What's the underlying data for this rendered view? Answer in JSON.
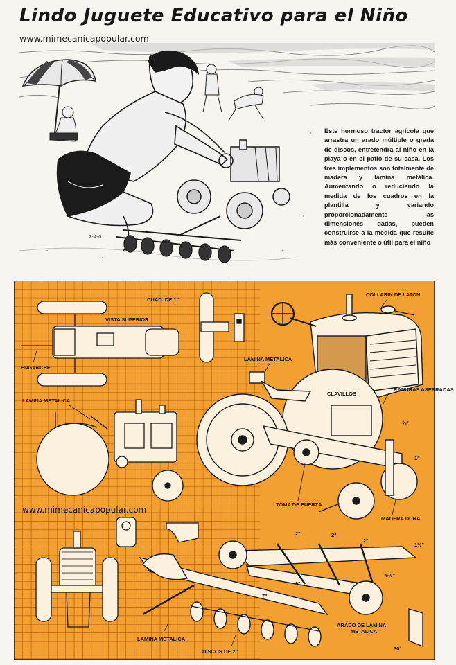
{
  "title": "Lindo Juguete Educativo para el Niño",
  "website": "www.mimecanicapopular.com",
  "intro": "Este hermoso tractor agrícola que arrastra un arado múltiple o grada de discos, entretendrá al niño en la playa o en el patio de su casa. Los tres implementos son totalmente de madera y lámina metálica. Aumentando o reduciendo la medida de los cuadros en la plantilla y variando proporcionadamente las dimensiones dadas, pueden construirse a la medida que resulte más conveniente o útil para el niño",
  "artist_signature": "2-4-0",
  "plan_labels": {
    "grid_scale": "CUAD. DE 1\"",
    "top_view": "VISTA SUPERIOR",
    "hitch": "ENGANCHE",
    "sheet_metal_left": "LAMINA METALICA",
    "sheet_metal_center": "LAMINA METALICA",
    "brass_collar": "COLLARIN DE LATON",
    "pins": "CLAVILLOS",
    "sawn_slots": "RANURAS ASERRADAS",
    "power_takeoff": "TOMA DE FUERZA",
    "hardwood": "MADERA DURA",
    "sheet_metal_bottom": "LAMINA METALICA",
    "discs": "DISCOS DE 2\"",
    "plow_line1": "ARADO DE LAMINA",
    "plow_line2": "METALICA"
  },
  "dimensions": {
    "d_three_quarter": "¾\"",
    "d_one": "1\"",
    "d_two_a": "2\"",
    "d_two_b": "2\"",
    "d_two_c": "2\"",
    "d_one_half": "1½\"",
    "d_six_half": "6½\"",
    "d_nine": "9\"",
    "d_seven": "7\"",
    "d_thirty": "30°"
  },
  "colors": {
    "paper": "#f7f5ef",
    "plan_orange": "#f2a032",
    "grid_line": "#c05a10",
    "ink": "#161616",
    "wood": "#fbf1de"
  }
}
